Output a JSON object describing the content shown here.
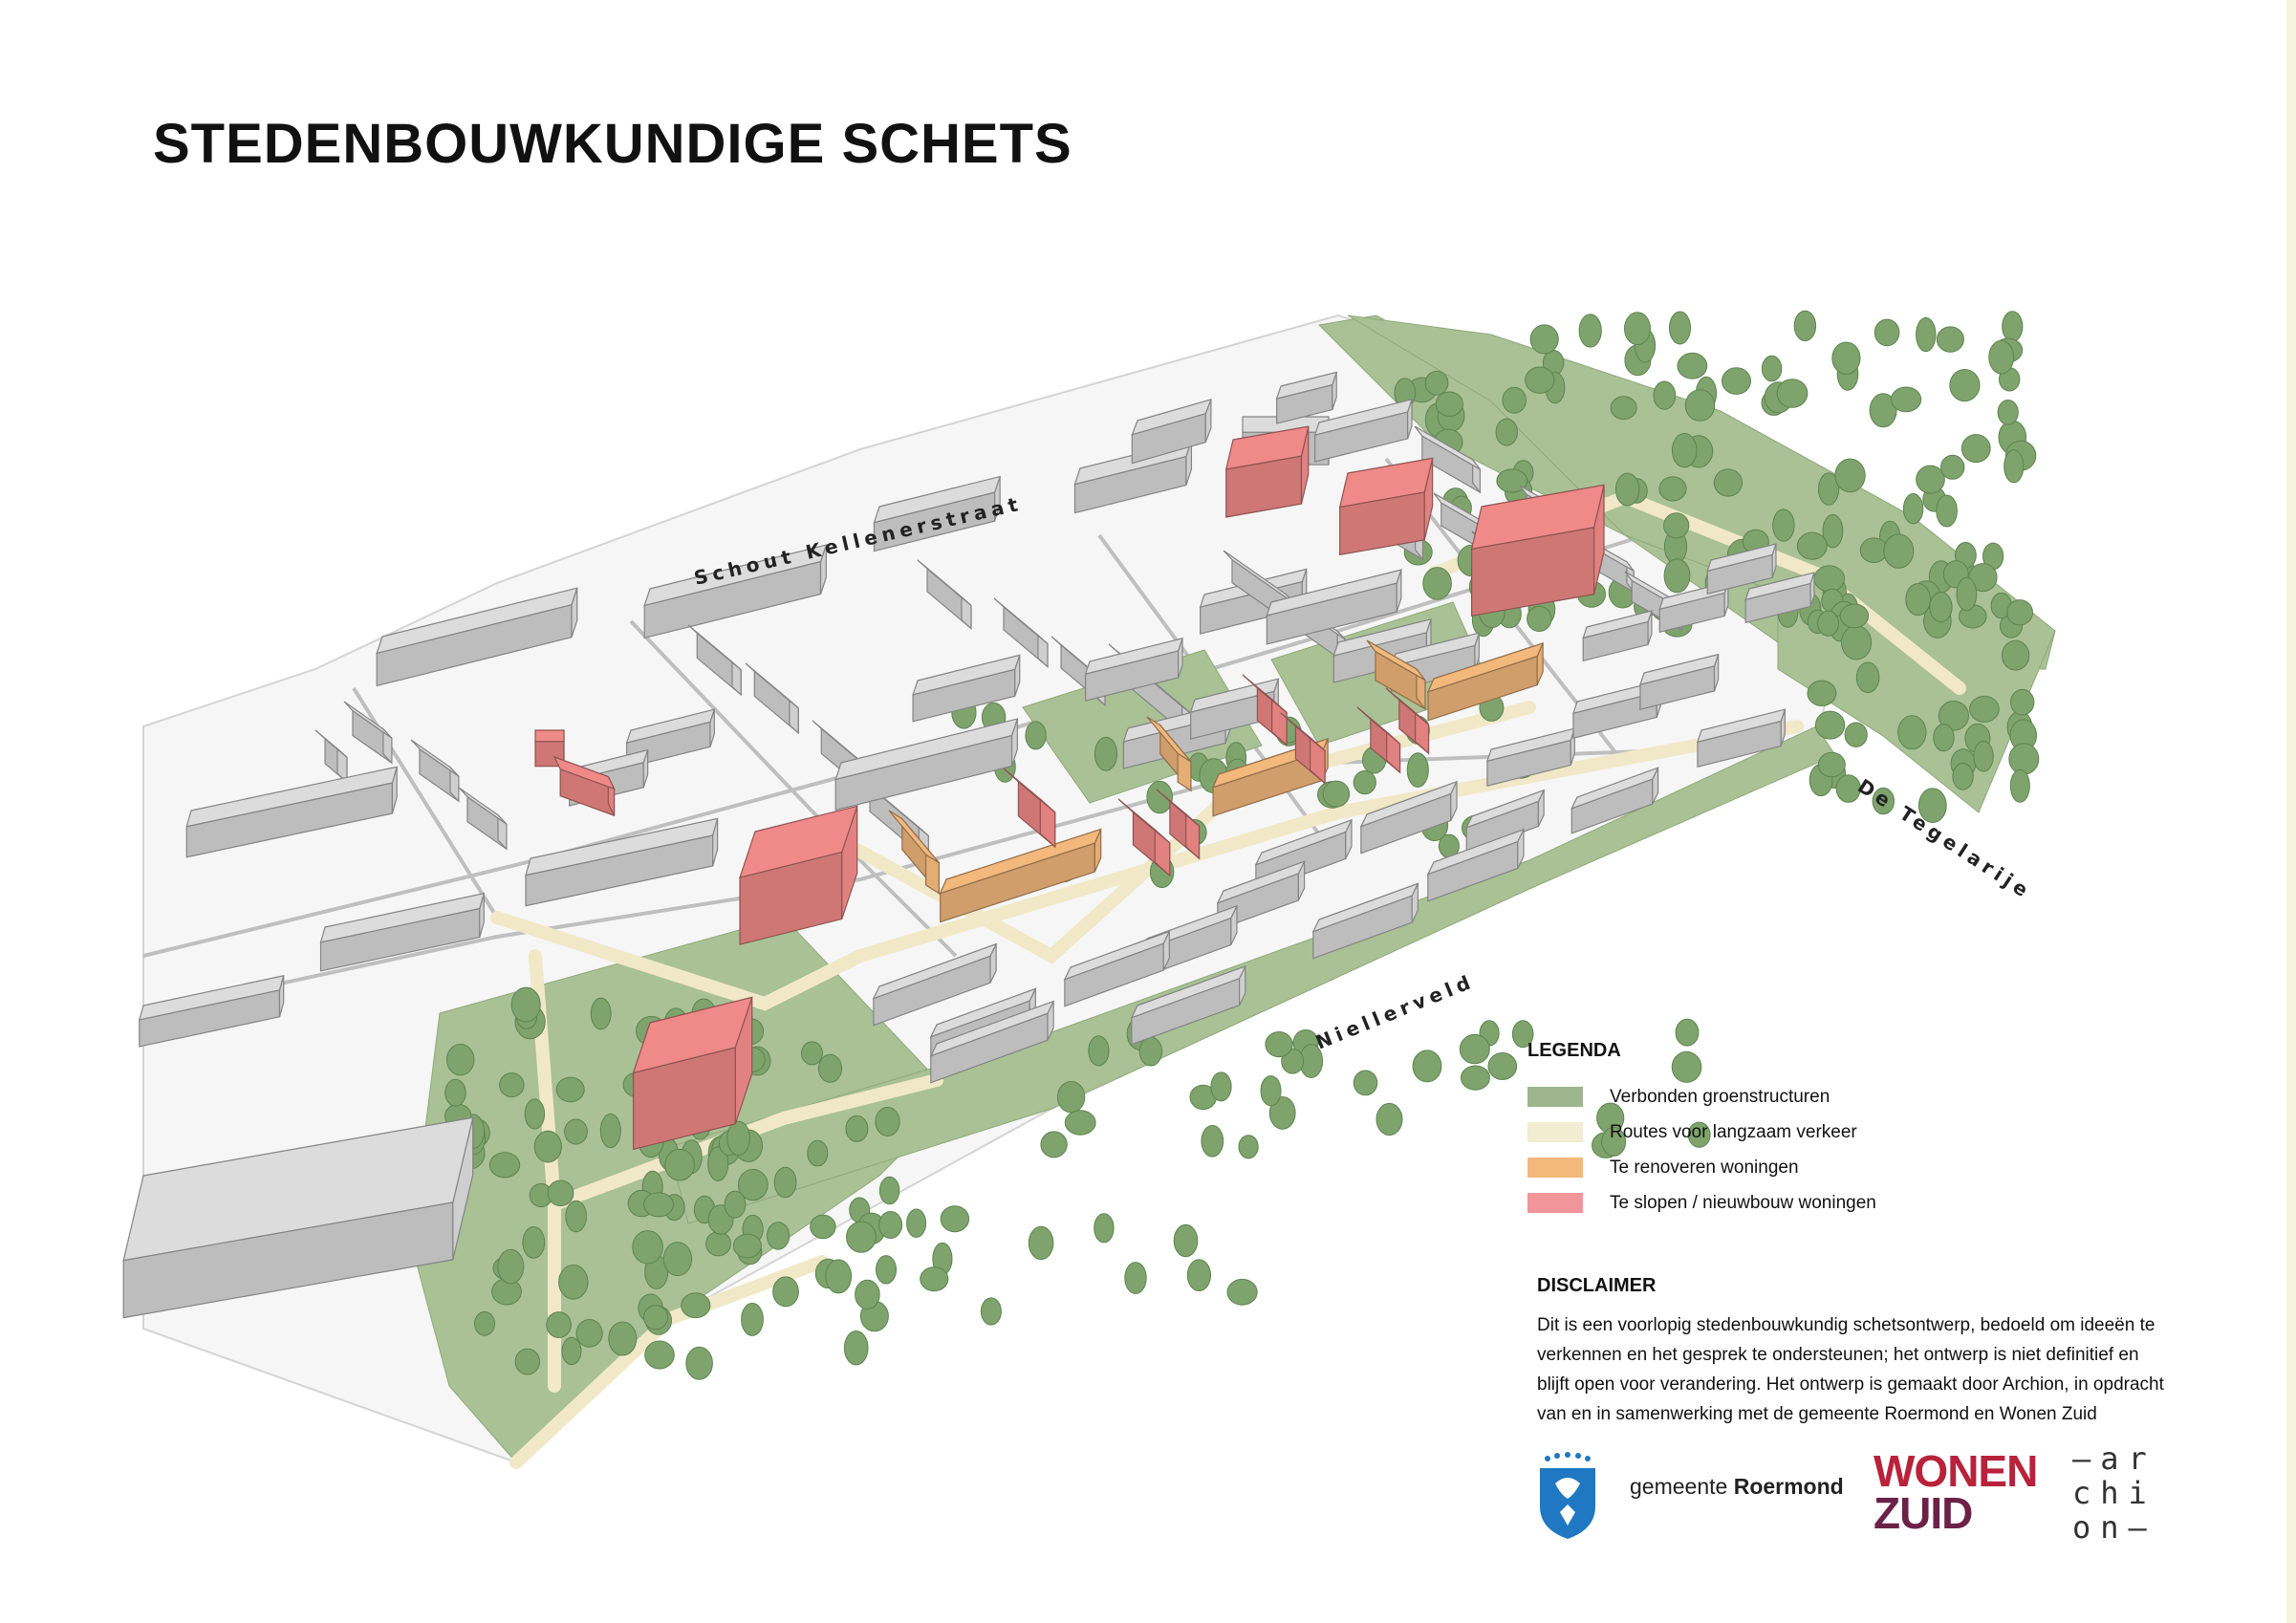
{
  "title": "STEDENBOUWKUNDIGE SCHETS",
  "streets": {
    "schout": "Schout Kellenerstraat",
    "tegelarije": "De Tegelarije",
    "niellerveld": "Niellerveld"
  },
  "legend": {
    "title": "LEGENDA",
    "items": [
      {
        "label": "Verbonden groenstructuren",
        "color": "#9fb58d"
      },
      {
        "label": "Routes voor langzaam verkeer",
        "color": "#f1ecd2"
      },
      {
        "label": "Te renoveren woningen",
        "color": "#f2b87c"
      },
      {
        "label": "Te slopen / nieuwbouw woningen",
        "color": "#f2959a"
      }
    ]
  },
  "disclaimer": {
    "title": "DISCLAIMER",
    "lines": [
      "Dit is een voorlopig stedenbouwkundig schetsontwerp, bedoeld om ideeën te",
      "verkennen en het gesprek te ondersteunen; het ontwerp is niet definitief en",
      "blijft open voor verandering. Het ontwerp is gemaakt door Archion, in opdracht",
      "van en in samenwerking met de gemeente Roermond en Wonen Zuid"
    ]
  },
  "logos": {
    "roermond_prefix": "gemeente",
    "roermond_name": "Roermond",
    "wonen_line1": "WONEN",
    "wonen_line2": "ZUID",
    "archion_lines": [
      "–ar",
      "chi",
      "on–"
    ]
  },
  "colors": {
    "green": "#a9c195",
    "tree": "#7fa36c",
    "route": "#f1e8c8",
    "renovate": "#f2b87c",
    "demolish": "#ef8a88",
    "building": "#dcdcdc"
  }
}
